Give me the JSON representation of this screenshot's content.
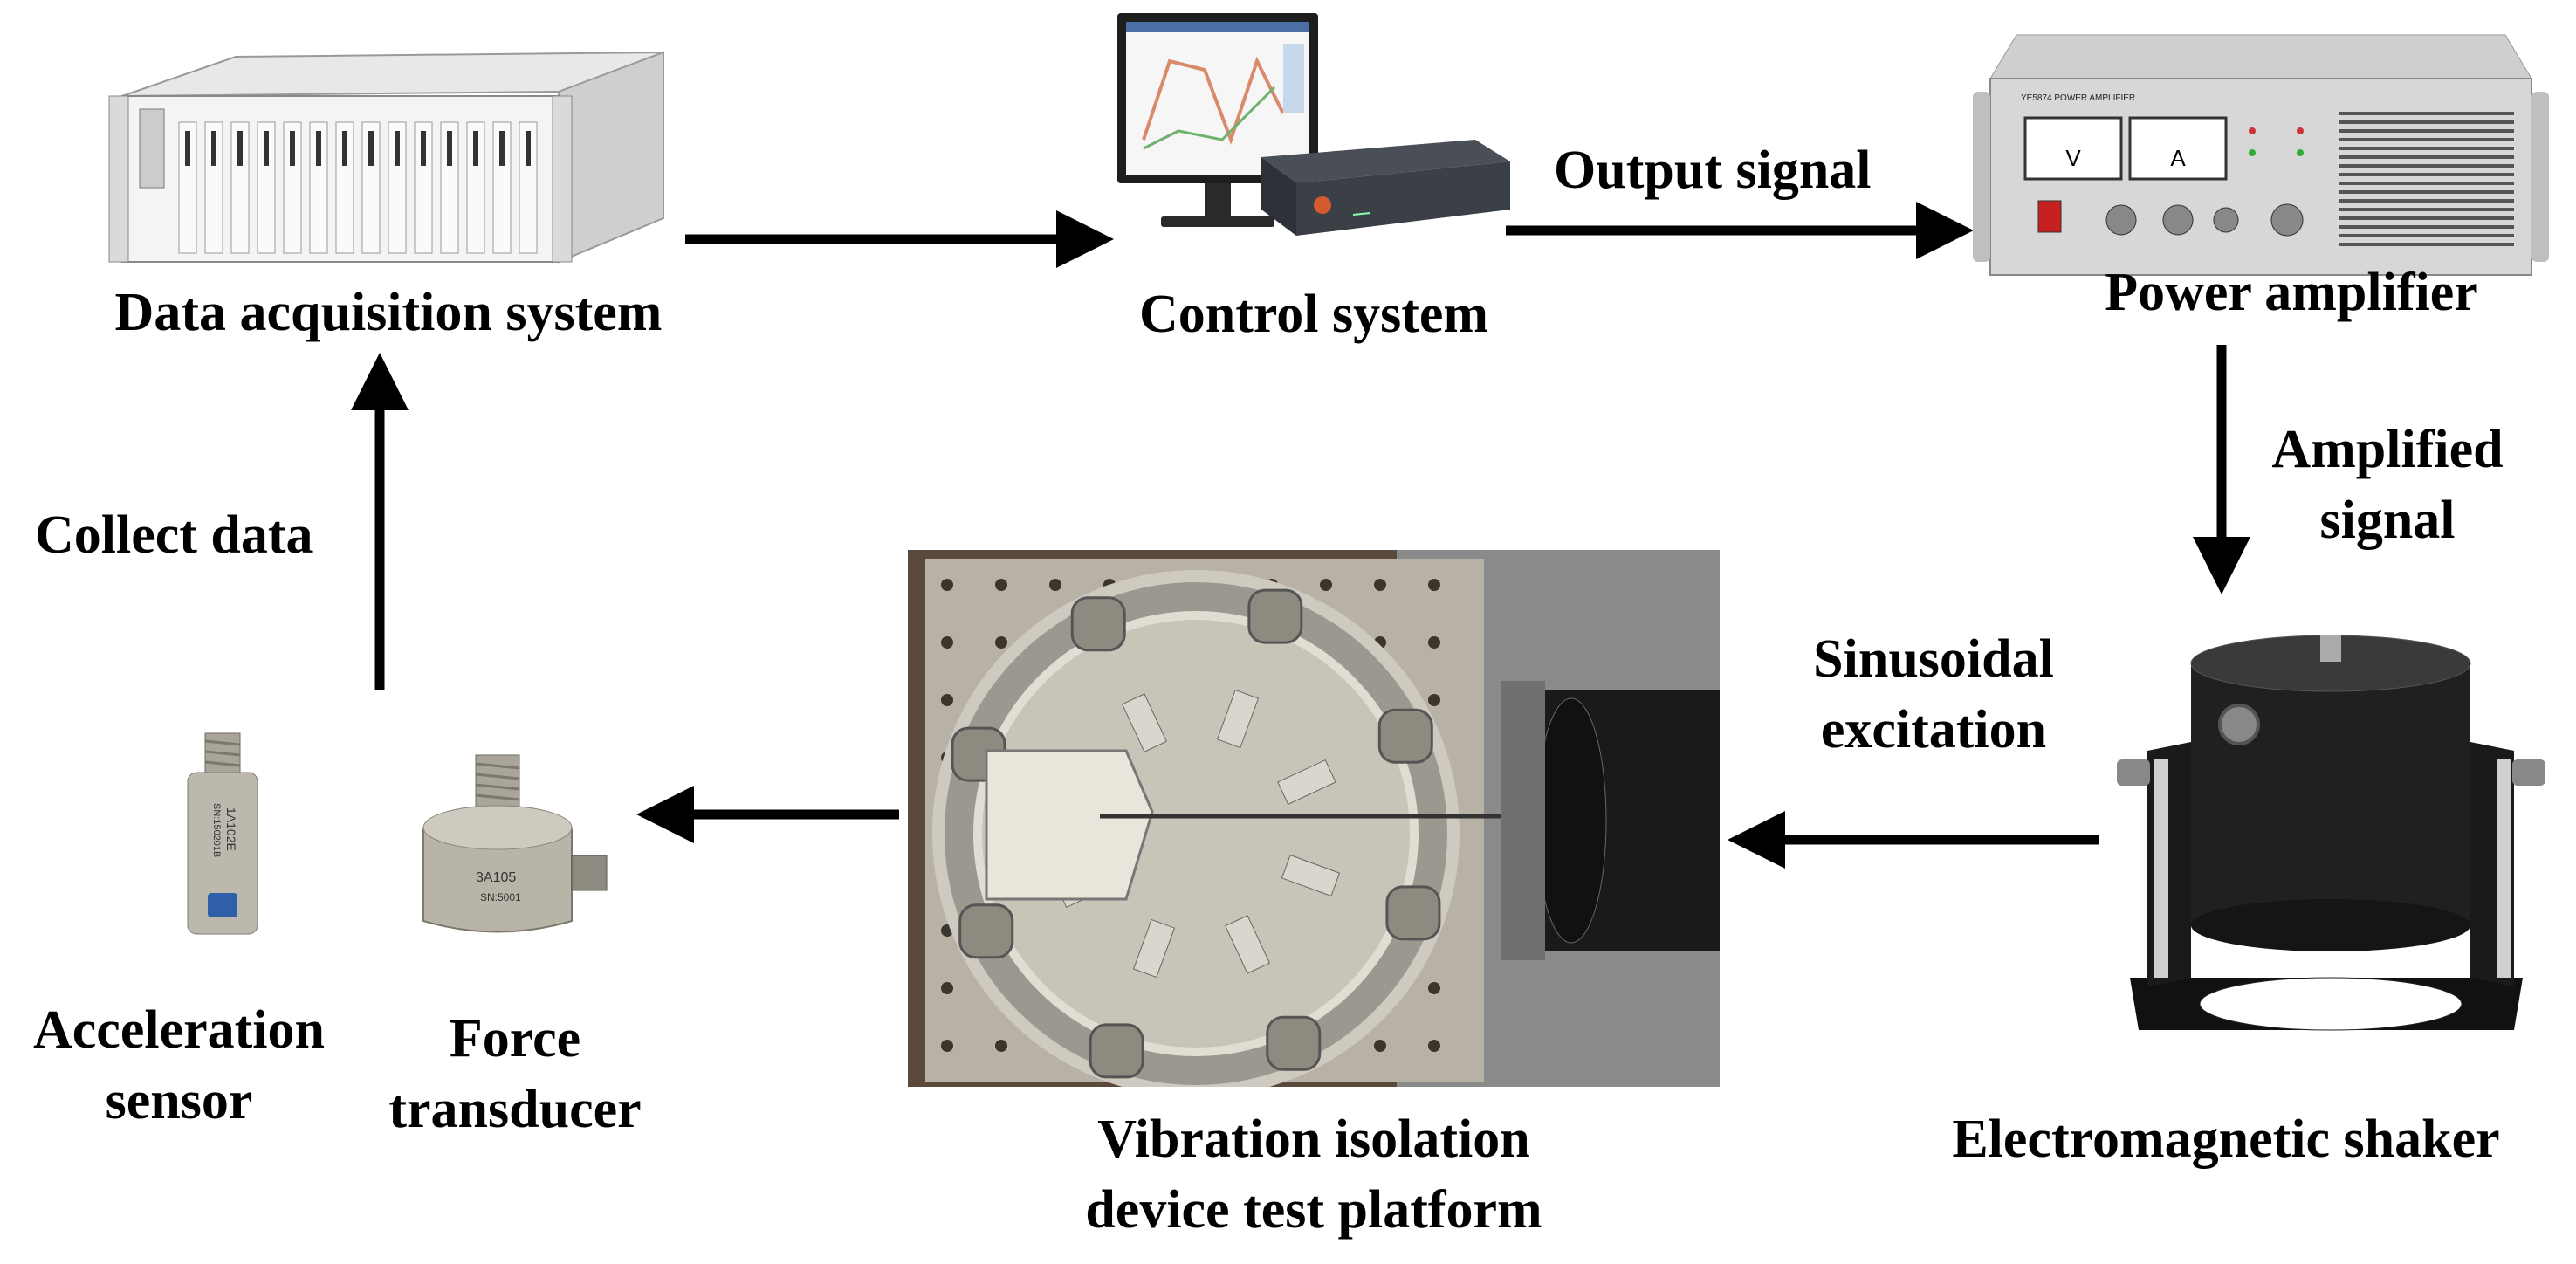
{
  "nodes": {
    "daq": {
      "label": "Data acquisition system",
      "icon": "rack-chassis-icon"
    },
    "control": {
      "label": "Control system",
      "icon": "computer-controller-icon"
    },
    "amplifier": {
      "label": "Power amplifier",
      "icon": "power-amplifier-icon"
    },
    "shaker": {
      "label": "Electromagnetic shaker",
      "icon": "shaker-icon"
    },
    "platform": {
      "label_line1": "Vibration isolation",
      "label_line2": "device test platform",
      "icon": "test-platform-photo-icon"
    },
    "force": {
      "label_line1": "Force",
      "label_line2": "transducer",
      "icon": "force-transducer-icon",
      "marking1": "3A105",
      "marking2": "SN:5001"
    },
    "accel": {
      "label_line1": "Acceleration",
      "label_line2": "sensor",
      "icon": "acceleration-sensor-icon",
      "marking1": "1A102E",
      "marking2": "SN:150201B"
    }
  },
  "edges": {
    "output_signal": "Output signal",
    "amplified_signal_line1": "Amplified",
    "amplified_signal_line2": "signal",
    "sinusoidal_line1": "Sinusoidal",
    "sinusoidal_line2": "excitation",
    "collect_data": "Collect data"
  },
  "equipment_text": {
    "amp_brand": "YE5874 POWER AMPLIFIER",
    "meter_v": "V",
    "meter_a": "A"
  }
}
